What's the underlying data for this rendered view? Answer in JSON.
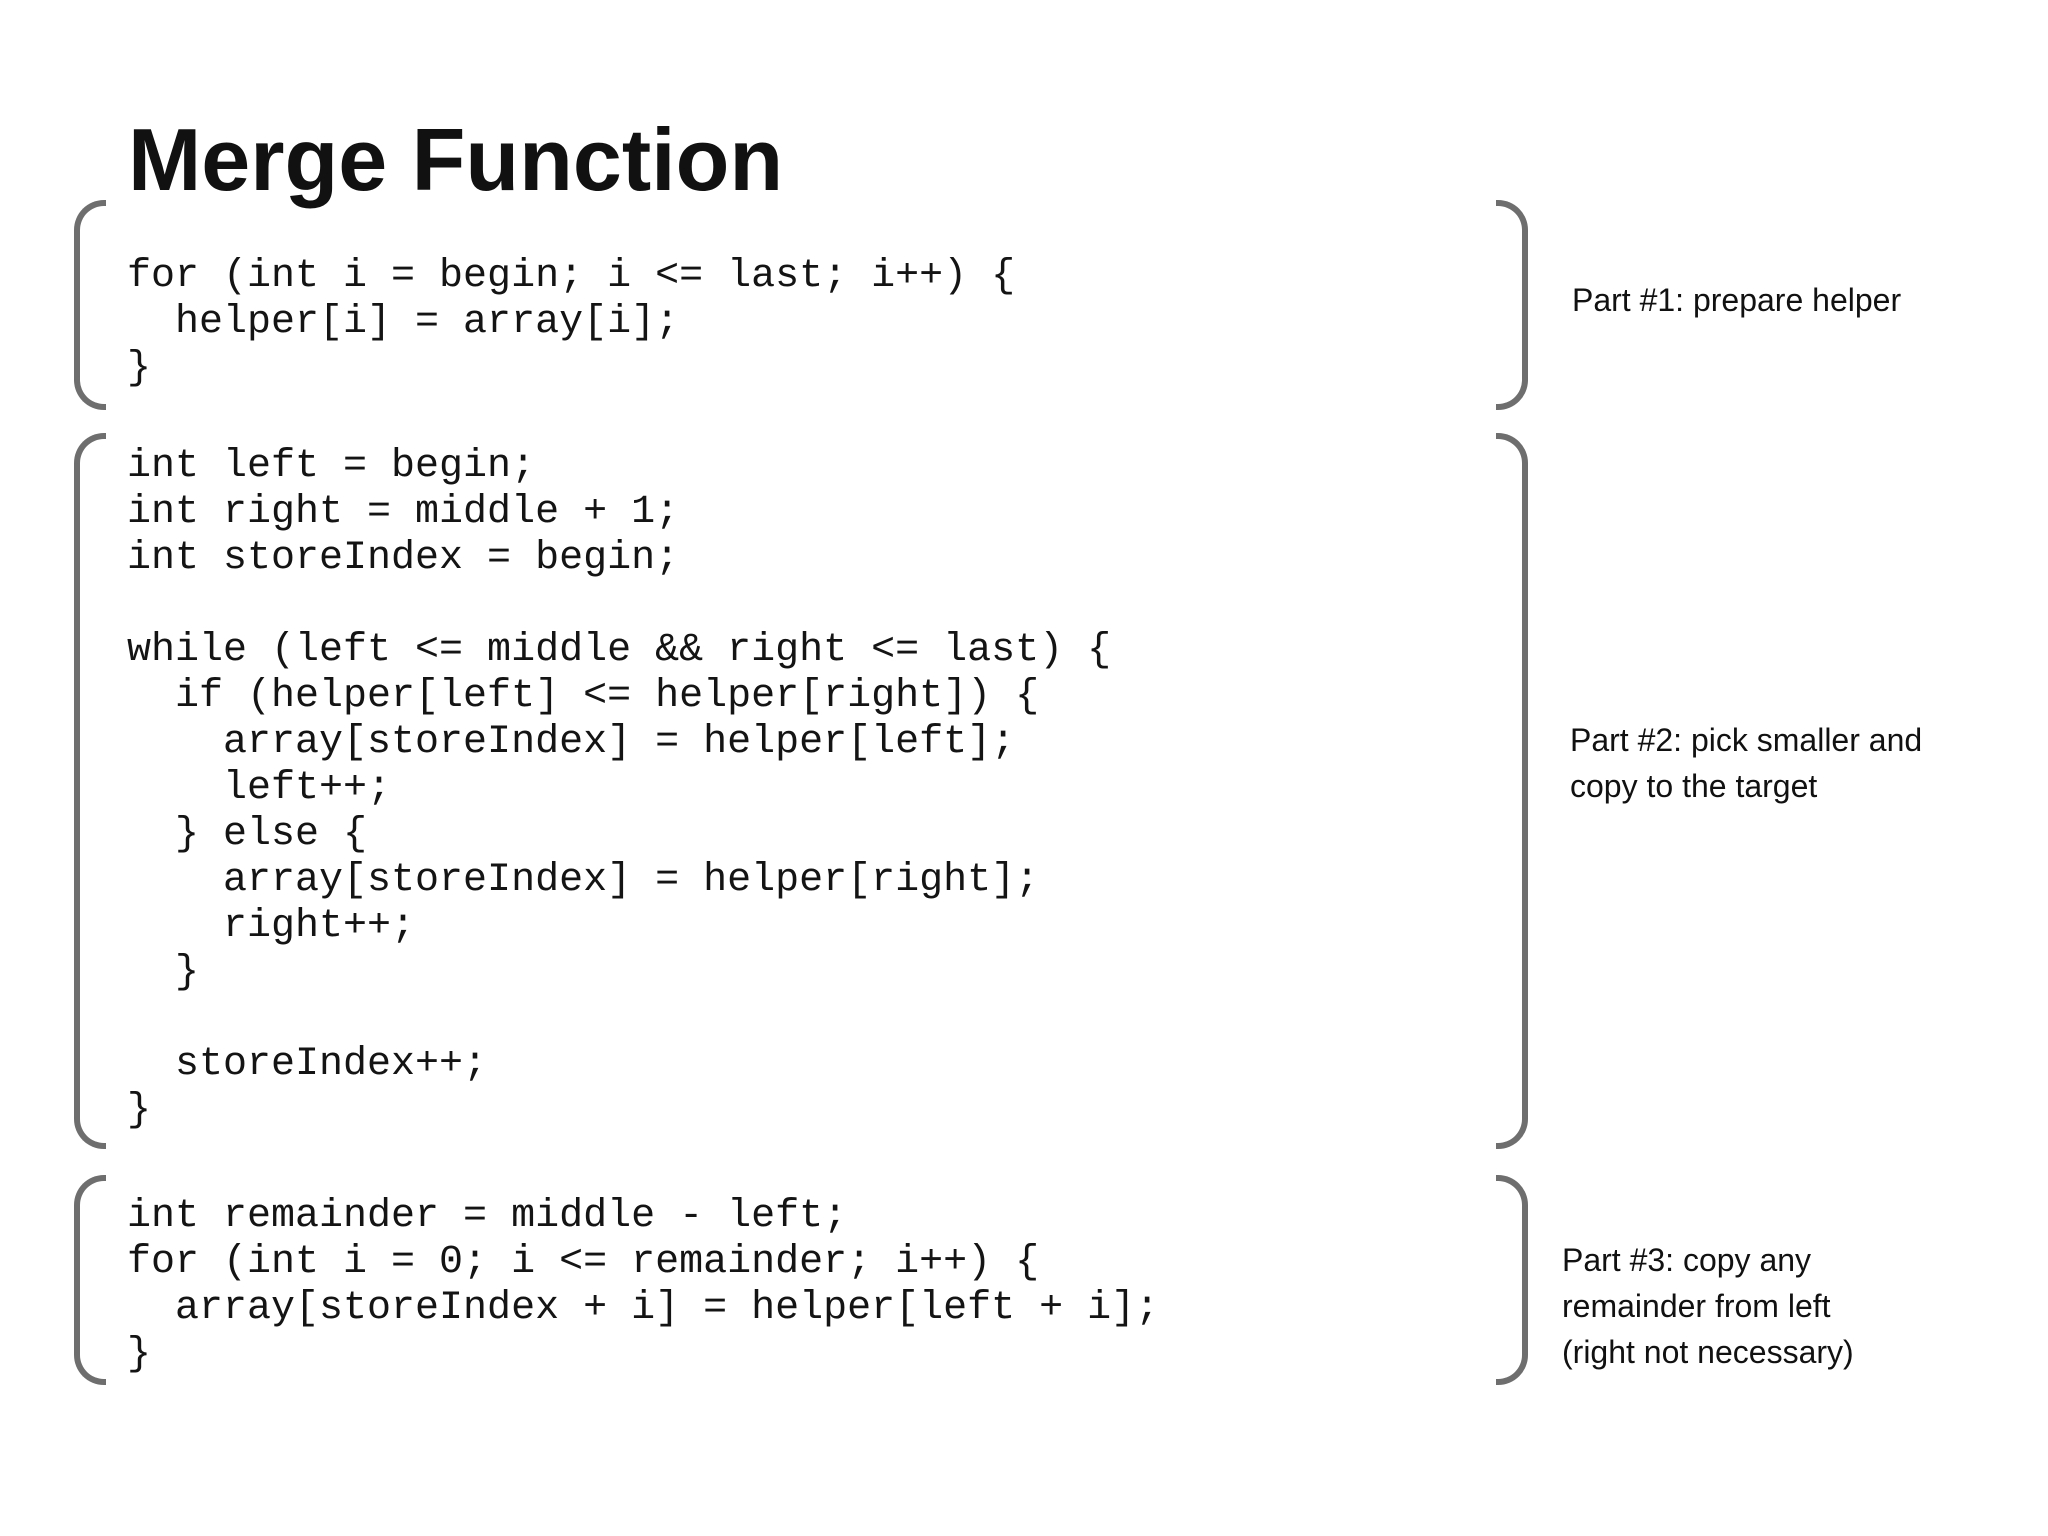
{
  "slide": {
    "title": "Merge Function",
    "background_color": "#ffffff",
    "bracket_color": "#6e6e6e",
    "text_color": "#111111"
  },
  "code_blocks": [
    {
      "id": "part1",
      "code": "for (int i = begin; i <= last; i++) {\n  helper[i] = array[i];\n}"
    },
    {
      "id": "part2",
      "code": "int left = begin;\nint right = middle + 1;\nint storeIndex = begin;\n\nwhile (left <= middle && right <= last) {\n  if (helper[left] <= helper[right]) {\n    array[storeIndex] = helper[left];\n    left++;\n  } else {\n    array[storeIndex] = helper[right];\n    right++;\n  }\n\n  storeIndex++;\n}"
    },
    {
      "id": "part3",
      "code": "int remainder = middle - left;\nfor (int i = 0; i <= remainder; i++) {\n  array[storeIndex + i] = helper[left + i];\n}"
    }
  ],
  "annotations": [
    {
      "id": "part1",
      "text": "Part #1: prepare helper"
    },
    {
      "id": "part2",
      "text": "Part #2: pick smaller and\ncopy to the target"
    },
    {
      "id": "part3",
      "text": "Part #3: copy any\nremainder from left\n(right not necessary)"
    }
  ]
}
